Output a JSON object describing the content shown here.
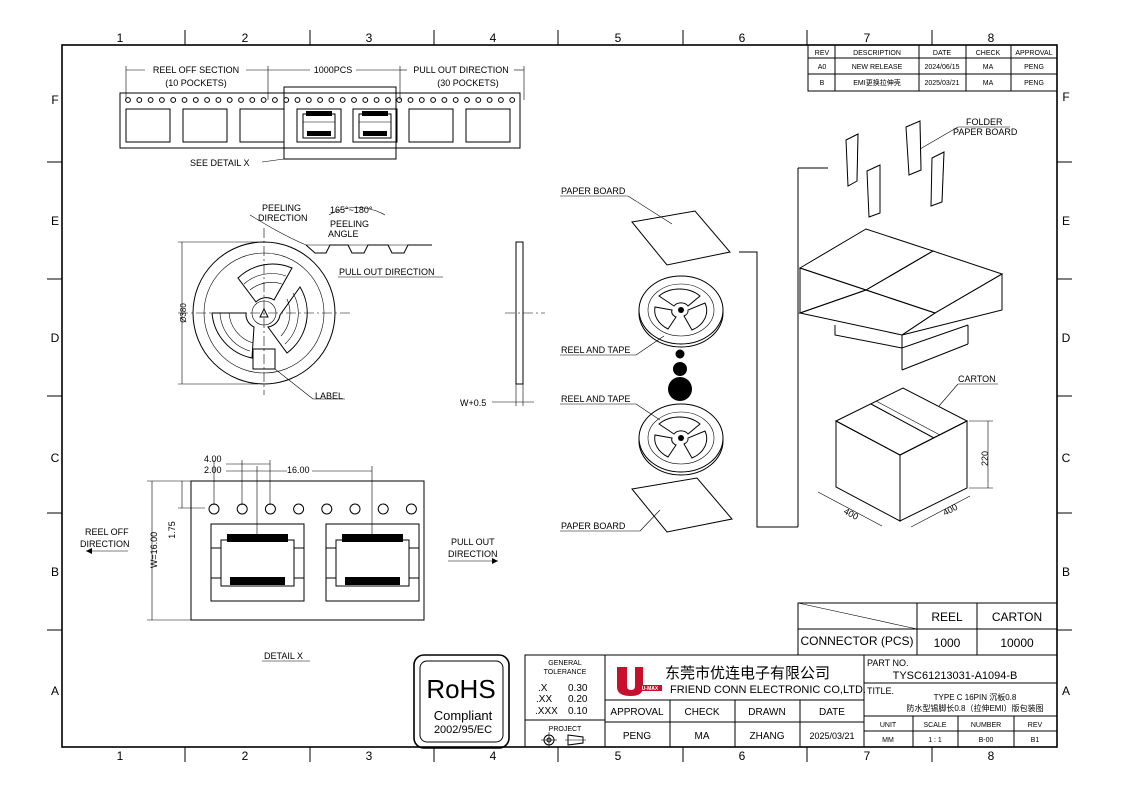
{
  "frame": {
    "columns": [
      "1",
      "2",
      "3",
      "4",
      "5",
      "6",
      "7",
      "8"
    ],
    "rows": [
      "F",
      "E",
      "D",
      "C",
      "B",
      "A"
    ]
  },
  "revision_table": {
    "headers": [
      "REV",
      "DESCRIPTION",
      "DATE",
      "CHECK",
      "APPROVAL"
    ],
    "rows": [
      [
        "A0",
        "NEW RELEASE",
        "2024/06/15",
        "MA",
        "PENG"
      ],
      [
        "B",
        "EMI更换拉伸壳",
        "2025/03/21",
        "MA",
        "PENG"
      ]
    ]
  },
  "tape_view": {
    "reel_off_section": "REEL OFF SECTION",
    "reel_off_pockets": "(10 POCKETS)",
    "qty": "1000PCS",
    "pull_out_direction": "PULL OUT DIRECTION",
    "pull_out_pockets": "(30 POCKETS)",
    "see_detail": "SEE DETAIL X"
  },
  "reel_view": {
    "peeling_direction": "PEELING\nDIRECTION",
    "peeling_angle_value": "165°~180°",
    "peeling_angle": "PEELING\nANGLE",
    "pull_out_direction": "PULL OUT DIRECTION",
    "diameter": "Ø380",
    "label": "LABEL",
    "width": "W+0.5"
  },
  "detail_x": {
    "dim_a": "4.00",
    "dim_b": "2.00",
    "dim_c": "16.00",
    "dim_d": "1.75",
    "dim_w": "W=16.00",
    "reel_off_direction": "REEL OFF\nDIRECTION",
    "pull_out_direction": "PULL OUT\nDIRECTION",
    "title": "DETAIL X"
  },
  "packing": {
    "paper_board_top": "PAPER BOARD",
    "reel_and_tape_1": "REEL AND TAPE",
    "reel_and_tape_2": "REEL AND TAPE",
    "paper_board_bottom": "PAPER BOARD",
    "folder_paper_board": "FOLDER\nPAPER BOARD",
    "carton": "CARTON",
    "carton_length": "400",
    "carton_width": "400",
    "carton_height": "220"
  },
  "qty_table": {
    "col_reel": "REEL",
    "col_carton": "CARTON",
    "row_label": "CONNECTOR (PCS)",
    "reel_qty": "1000",
    "carton_qty": "10000"
  },
  "rohs": {
    "title": "RoHS",
    "compliant": "Compliant",
    "directive": "2002/95/EC"
  },
  "title_block": {
    "general_tolerance": "GENERAL\nTOLERANCE",
    "tol_labels": [
      ".X",
      ".XX",
      ".XXX"
    ],
    "tol_values": [
      "0.30",
      "0.20",
      "0.10"
    ],
    "project": "PROJECT",
    "logo_text": "U-MAX",
    "company_cn": "东莞市优连电子有限公司",
    "company_en": "FRIEND CONN ELECTRONIC CO,LTD.",
    "approval_label": "APPROVAL",
    "check_label": "CHECK",
    "drawn_label": "DRAWN",
    "date_label": "DATE",
    "approval": "PENG",
    "check": "MA",
    "drawn": "ZHANG",
    "date": "2025/03/21",
    "part_no_label": "PART NO.",
    "part_no": "TYSC61213031-A1094-B",
    "title_label": "TITLE.",
    "title_line1": "TYPE C 16PIN 沉板0.8",
    "title_line2": "防水型锡脚长0.8（拉伸EMI）版包装图",
    "unit_label": "UNIT",
    "scale_label": "SCALE",
    "number_label": "NUMBER",
    "rev_label": "REV",
    "unit": "MM",
    "scale": "1 : 1",
    "number": "B-00",
    "rev": "B1"
  },
  "colors": {
    "ink": "#000000",
    "logo_red": "#c8102e"
  }
}
